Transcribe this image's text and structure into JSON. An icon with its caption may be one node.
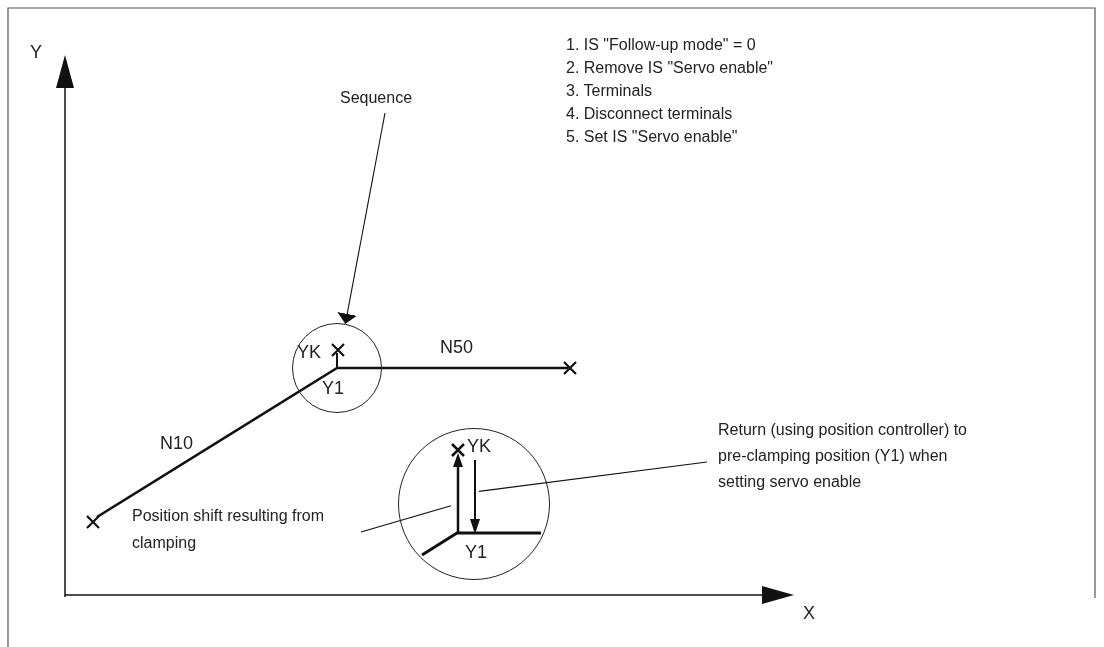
{
  "diagram": {
    "nodes": [
      {
        "text": [
          "Sequence"
        ]
      },
      {
        "text": [],
        "shape": "circle"
      },
      {
        "text": [
          "Position shift resulting from clamping"
        ]
      },
      {
        "text": [],
        "shape": "circle"
      },
      {
        "text": [
          "Return (using position controller) to pre-clamping position (Y1) when setting servo enable"
        ]
      },
      {
        "text": [],
        "shape": "arrow",
        "in": 3
      },
      {
        "text": [],
        "shape": "arrow",
        "in": 3
      }
    ],
    "edges": [
      {
        "from": 0,
        "to": 1,
        "arrow": "to"
      },
      {
        "from": 2,
        "to": 5,
        "arrow": "none"
      },
      {
        "from": 4,
        "to": 6,
        "arrow": "none"
      }
    ],
    "labels": [
      "1. IS \"Follow-up mode\" = 0",
      "2. Remove IS \"Servo enable\"",
      "3. Terminals",
      "4. Disconnect terminals",
      "5. Set IS \"Servo enable\"",
      "Y",
      "YK",
      "N50",
      "Y1",
      "N10",
      "YK",
      "Y1",
      "X"
    ]
  }
}
